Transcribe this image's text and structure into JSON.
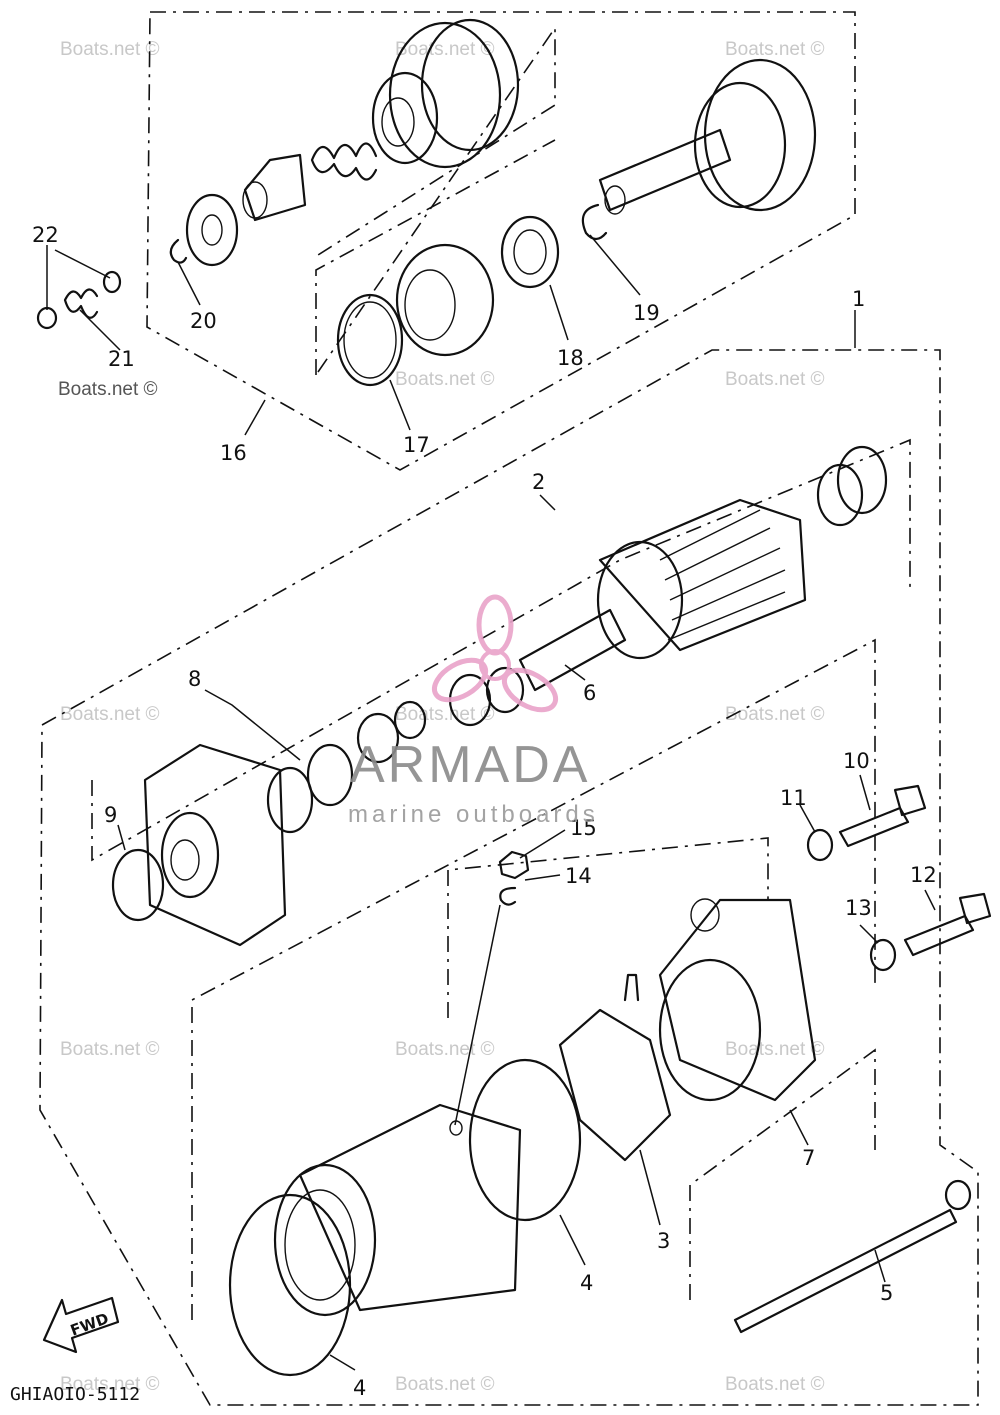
{
  "diagram": {
    "drawing_code": "GHIAOIO-5112",
    "fwd_label": "FWD",
    "callouts": {
      "c1": "1",
      "c2": "2",
      "c3": "3",
      "c4a": "4",
      "c4b": "4",
      "c5": "5",
      "c6": "6",
      "c7": "7",
      "c8": "8",
      "c9": "9",
      "c10": "10",
      "c11": "11",
      "c12": "12",
      "c13": "13",
      "c14": "14",
      "c15": "15",
      "c16": "16",
      "c17": "17",
      "c18": "18",
      "c19": "19",
      "c20": "20",
      "c21": "21",
      "c22": "22"
    }
  },
  "watermark": {
    "boats": "Boats.net ©",
    "brand_name": "ARMADA",
    "brand_tagline": "marine outboards",
    "brand_color": "#e9a3c9"
  }
}
